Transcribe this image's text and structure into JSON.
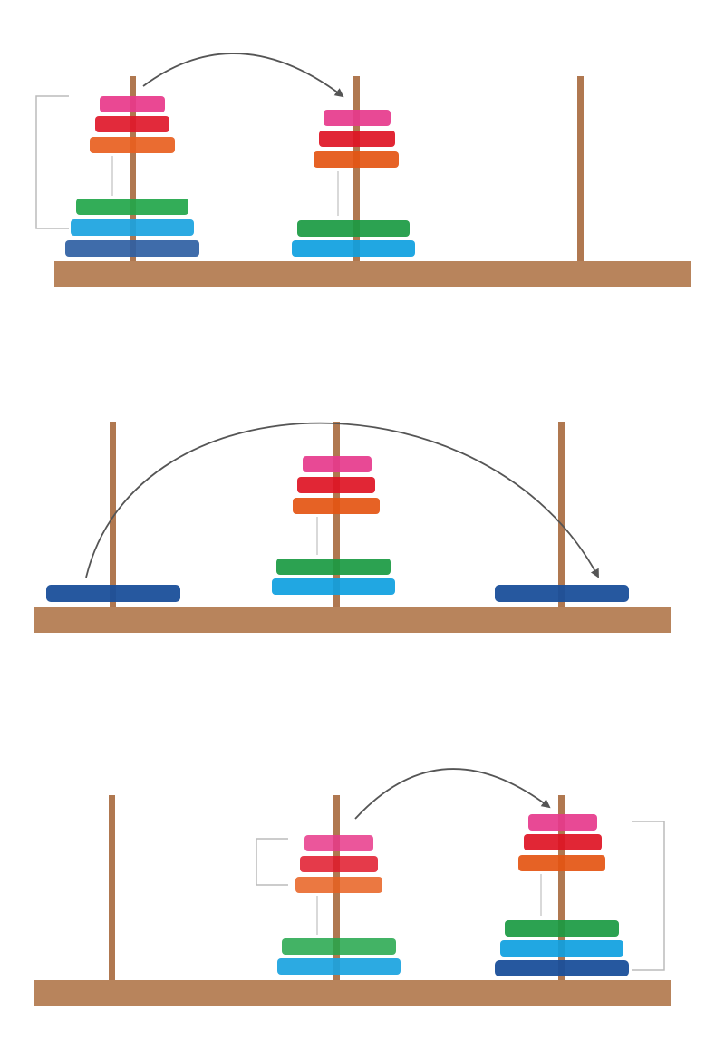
{
  "colors": {
    "wood": "#b8845c",
    "peg": "#b07850",
    "arrow": "#555555",
    "bracket": "#bbbbbb",
    "gap_line": "#cccccc"
  },
  "icons": [
    "curved-arrow-icon"
  ],
  "panels": [
    {
      "id": "move-top-stack",
      "pegs": [
        {
          "disks": [
            {
              "color": "#2f5fa3",
              "size": "largest"
            },
            {
              "color": "#1aa3e0",
              "size": "large"
            },
            {
              "color": "#22a64a",
              "size": "medium"
            },
            {
              "color": "#e86020",
              "size": "small"
            },
            {
              "color": "#e0182a",
              "size": "smaller"
            },
            {
              "color": "#e8388a",
              "size": "smallest"
            }
          ]
        },
        {
          "disks": [
            {
              "color": "#0ea0e0",
              "size": "large"
            },
            {
              "color": "#1a9a42",
              "size": "medium"
            },
            {
              "color": "#e45512",
              "size": "small"
            },
            {
              "color": "#de1424",
              "size": "smaller"
            },
            {
              "color": "#e63a8c",
              "size": "smallest"
            }
          ]
        },
        {
          "disks": []
        }
      ],
      "arrow": {
        "from_peg": 1,
        "to_peg": 2
      },
      "bracket_side": "left"
    },
    {
      "id": "move-largest-disk",
      "pegs": [
        {
          "disks": [
            {
              "color": "#1a4f9a",
              "size": "largest"
            }
          ]
        },
        {
          "disks": [
            {
              "color": "#0ea0e0",
              "size": "large"
            },
            {
              "color": "#1a9a42",
              "size": "medium"
            },
            {
              "color": "#e45512",
              "size": "small"
            },
            {
              "color": "#de1424",
              "size": "smaller"
            },
            {
              "color": "#e63a8c",
              "size": "smallest"
            }
          ]
        },
        {
          "disks": [
            {
              "color": "#1a4f9a",
              "size": "largest"
            }
          ]
        }
      ],
      "arrow": {
        "from_peg": 1,
        "to_peg": 3
      }
    },
    {
      "id": "move-remaining-stack",
      "pegs": [
        {
          "disks": []
        },
        {
          "disks": [
            {
              "color": "#1aa3e0",
              "size": "large"
            },
            {
              "color": "#22a64a",
              "size": "medium"
            },
            {
              "color": "#e86020",
              "size": "small"
            },
            {
              "color": "#e0182a",
              "size": "smaller"
            },
            {
              "color": "#e8388a",
              "size": "smallest"
            }
          ]
        },
        {
          "disks": [
            {
              "color": "#1a4f9a",
              "size": "largest"
            },
            {
              "color": "#0ea0e0",
              "size": "large"
            },
            {
              "color": "#1a9a42",
              "size": "medium"
            },
            {
              "color": "#e45512",
              "size": "small"
            },
            {
              "color": "#de1424",
              "size": "smaller"
            },
            {
              "color": "#e63a8c",
              "size": "smallest"
            }
          ]
        }
      ],
      "arrow": {
        "from_peg": 2,
        "to_peg": 3
      },
      "bracket_side": "both"
    }
  ]
}
